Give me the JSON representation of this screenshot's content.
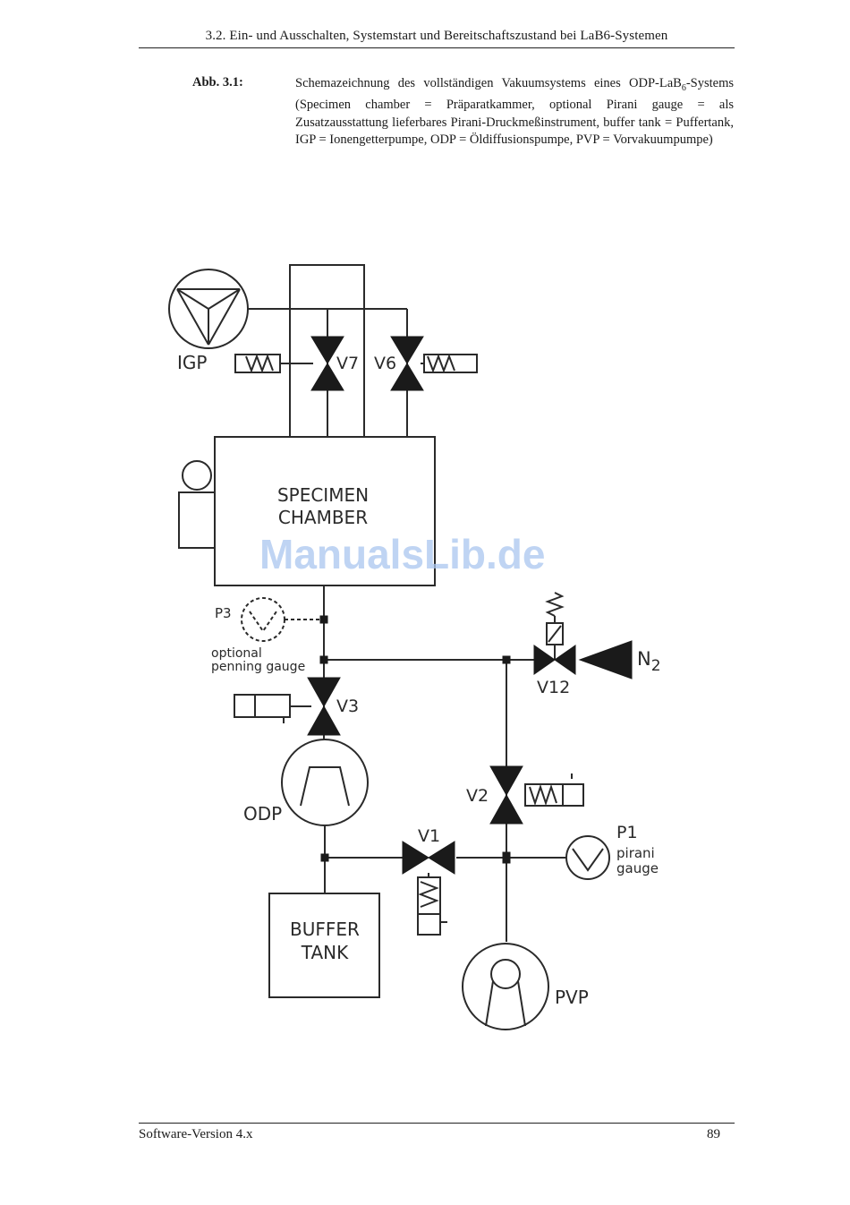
{
  "header": {
    "title": "3.2. Ein- und Ausschalten, Systemstart und Bereitschaftszustand bei LaB6-Systemen"
  },
  "figure": {
    "label": "Abb. 3.1:",
    "caption_part1": "Schemazeichnung des vollständigen Vakuumsystems eines ODP-LaB",
    "caption_sub": "6",
    "caption_part2": "-Systems (Specimen chamber = Präparatkammer, optional Pirani gauge = als Zusatzausstattung lieferbares Pirani-Druckmeßinstrument, buffer tank = Puffertank, IGP = Ionengetterpumpe, ODP = Öldiffusionspumpe, PVP = Vorvakuumpumpe)"
  },
  "diagram": {
    "igp_label": "IGP",
    "v7_label": "V7",
    "v6_label": "V6",
    "chamber_line1": "SPECIMEN",
    "chamber_line2": "CHAMBER",
    "p3_label": "P3",
    "optional_line1": "optional",
    "optional_line2": "penning gauge",
    "v12_label": "V12",
    "n2_label": "N",
    "n2_sub": "2",
    "v3_label": "V3",
    "odp_label": "ODP",
    "v2_label": "V2",
    "v1_label": "V1",
    "p1_label": "P1",
    "pirani_line1": "pirani",
    "pirani_line2": "gauge",
    "buffer_line1": "BUFFER",
    "buffer_line2": "TANK",
    "pvp_label": "PVP"
  },
  "watermark": "ManualsLib.de",
  "footer": {
    "version": "Software-Version 4.x",
    "page_number": "89"
  }
}
